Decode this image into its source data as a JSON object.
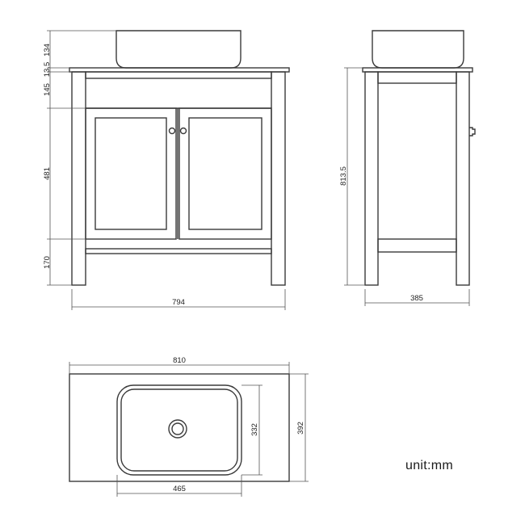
{
  "front_view": {
    "heights": [
      "134",
      "13.5",
      "145",
      "481",
      "170"
    ],
    "width": "794"
  },
  "side_view": {
    "height": "813.5",
    "depth": "385"
  },
  "top_view": {
    "top_width": "810",
    "top_depth": "392",
    "basin_length": "465",
    "basin_width": "332"
  },
  "unit_label": "unit:mm",
  "colors": {
    "line": "#3a3a3a",
    "dimension": "#555555",
    "text": "#222222"
  }
}
